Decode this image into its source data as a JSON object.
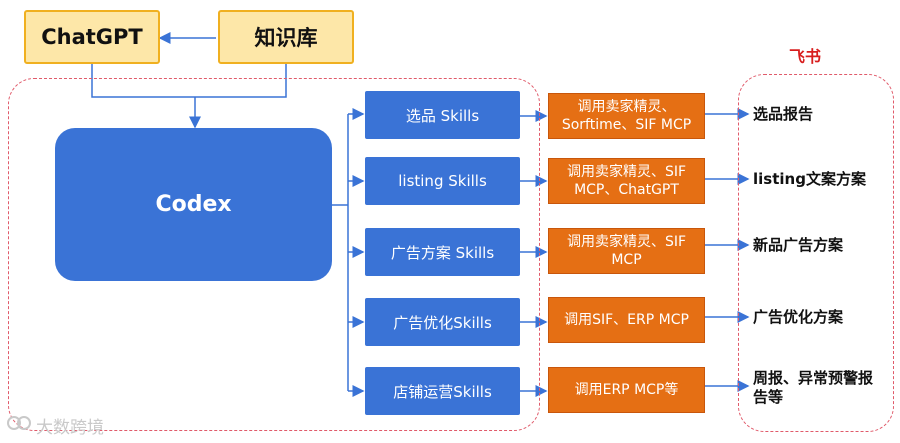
{
  "top": {
    "chatgpt": "ChatGPT",
    "knowledge_base": "知识库"
  },
  "codex": "Codex",
  "feishu": "飞书",
  "rows": [
    {
      "skill": "选品 Skills",
      "tool": "调用卖家精灵、Sorftime、SIF MCP",
      "output": "选品报告"
    },
    {
      "skill": "listing Skills",
      "tool": "调用卖家精灵、SIF MCP、ChatGPT",
      "output": "listing文案方案"
    },
    {
      "skill": "广告方案 Skills",
      "tool": "调用卖家精灵、SIF MCP",
      "output": "新品广告方案"
    },
    {
      "skill": "广告优化Skills",
      "tool": "调用SIF、ERP MCP",
      "output": "广告优化方案"
    },
    {
      "skill": "店铺运营Skills",
      "tool": "调用ERP MCP等",
      "output": "周报、异常预警报告等"
    }
  ],
  "watermark": "大数跨境",
  "colors": {
    "blue": "#3a73d6",
    "orange": "#e56f14",
    "dash": "#e05a6a",
    "yellow": "#fde7a8"
  }
}
